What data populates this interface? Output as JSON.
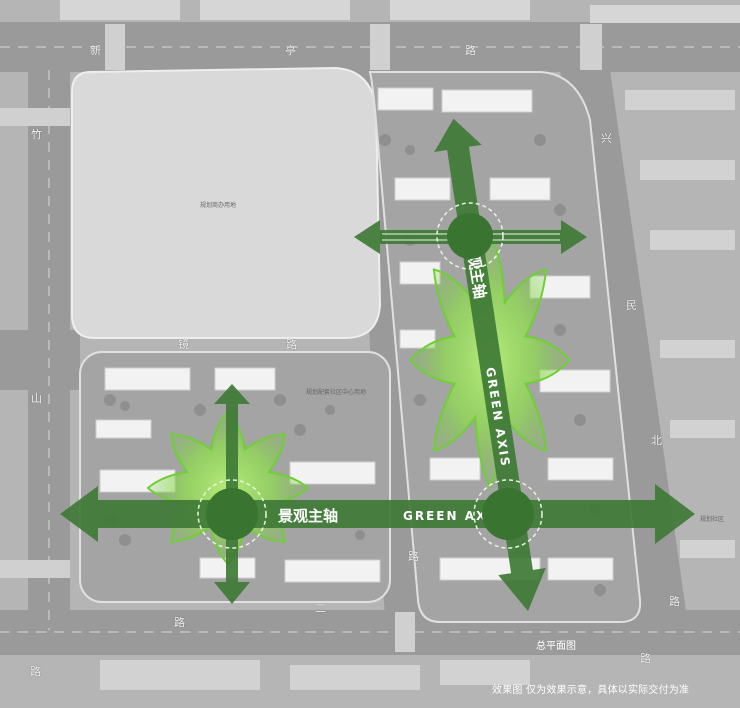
{
  "map": {
    "road_labels": [
      "新",
      "亭",
      "路",
      "竹",
      "山",
      "路",
      "兴",
      "民",
      "北",
      "路",
      "镜",
      "路",
      "二",
      "路",
      "路",
      "路"
    ],
    "blank_plot_label": "规划商办用地",
    "community_center_label": "规划配套社区中心用地",
    "east_label": "规划社区",
    "colors": {
      "green_dark": "#3f7a36",
      "green_light": "#7edb3e",
      "building": "#f2f2f2",
      "road": "#9c9c9c",
      "block": "#a9a9a9"
    }
  },
  "axes": {
    "horizontal_cn": "景观主轴",
    "horizontal_en": "GREEN AXIS",
    "diagonal_cn": "景观主轴",
    "diagonal_en": "GREEN AXIS"
  },
  "footer": {
    "plan_title": "总平面图",
    "disclaimer": "效果图  仅为效果示意，具体以实际交付为准"
  }
}
